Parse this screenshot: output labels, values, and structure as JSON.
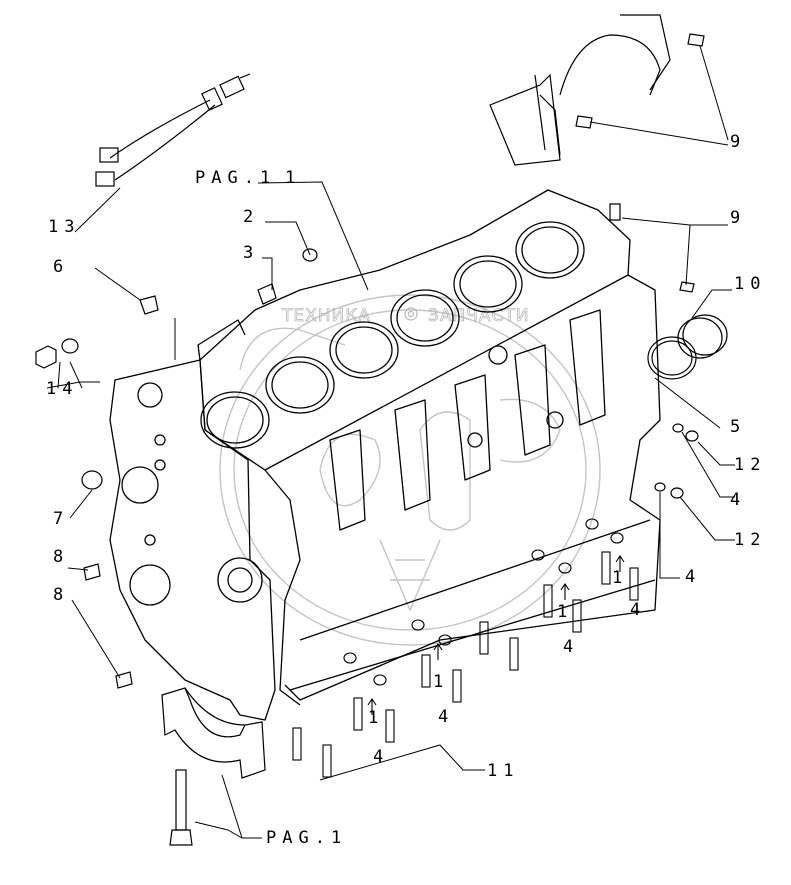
{
  "watermark": {
    "left": "ТЕХНИКА",
    "right": "ЗАПЧАСТИ",
    "emblem": "gear-icon"
  },
  "labels": {
    "pag_top": "PAG.1",
    "pag_bottom": "PAG.1",
    "n1": "1",
    "n2": "2",
    "n3": "3",
    "n4": "4",
    "n5": "5",
    "n6": "6",
    "n7": "7",
    "n8": "8",
    "n9": "9",
    "n10": "10",
    "n11": "11",
    "n12": "12",
    "n13": "13",
    "n14": "14"
  },
  "colors": {
    "line": "#000000",
    "watermark": "#b8b8b8",
    "background": "#ffffff"
  }
}
